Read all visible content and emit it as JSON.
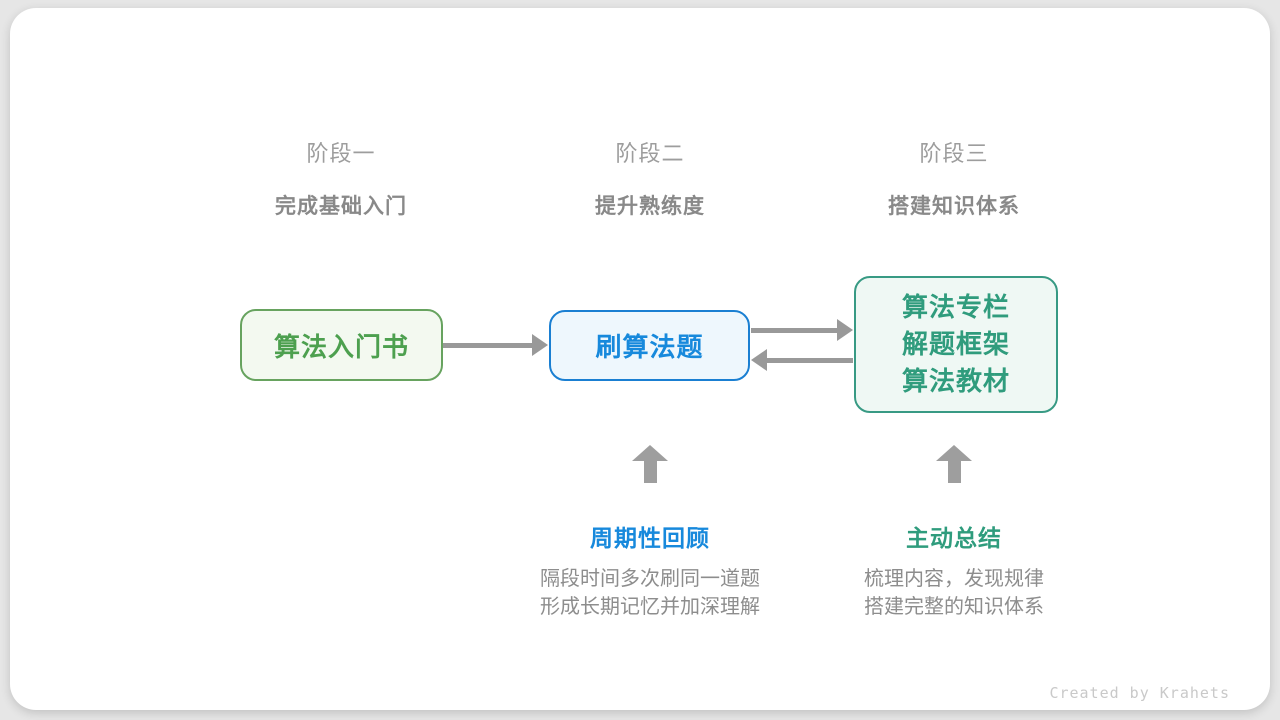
{
  "stages": [
    {
      "label": "阶段一",
      "subtitle": "完成基础入门"
    },
    {
      "label": "阶段二",
      "subtitle": "提升熟练度"
    },
    {
      "label": "阶段三",
      "subtitle": "搭建知识体系"
    }
  ],
  "nodes": {
    "intro_book": {
      "label": "算法入门书"
    },
    "practice": {
      "label": "刷算法题"
    },
    "advanced": {
      "lines": [
        "算法专栏",
        "解题框架",
        "算法教材"
      ]
    }
  },
  "annotations": {
    "review": {
      "title": "周期性回顾",
      "desc": [
        "隔段时间多次刷同一道题",
        "形成长期记忆并加深理解"
      ]
    },
    "summarize": {
      "title": "主动总结",
      "desc": [
        "梳理内容，发现规律",
        "搭建完整的知识体系"
      ]
    }
  },
  "footer": {
    "credit": "Created by Krahets"
  },
  "colors": {
    "page_background": "#e6e6e6",
    "card_background": "#ffffff",
    "green_text": "#4da04f",
    "green_border": "#67a35f",
    "green_bg": "#f3f9f0",
    "blue_text": "#1789dc",
    "blue_border": "#1a7fd2",
    "blue_bg": "#eef7fd",
    "teal_text": "#309c7d",
    "teal_border": "#389a84",
    "teal_bg": "#eff8f4",
    "arrow_gray": "#999999",
    "stage_label_gray": "#9d9d9d",
    "stage_subtitle_gray": "#898989",
    "desc_gray": "#8d8d8d",
    "credit_gray": "#c9c9c9"
  }
}
